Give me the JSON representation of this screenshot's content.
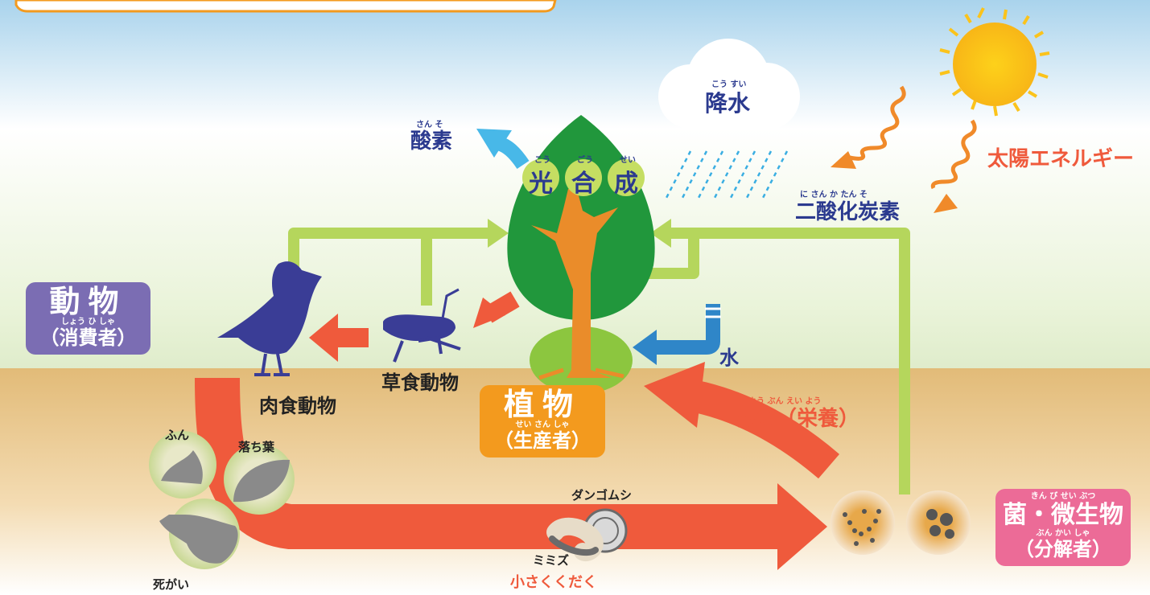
{
  "labels": {
    "oxygen": "酸素",
    "oxygen_ruby": "さん そ",
    "precipitation": "降水",
    "precipitation_ruby": "こう すい",
    "photosynthesis": [
      "光",
      "合",
      "成"
    ],
    "photosynthesis_ruby": [
      "こう",
      "ごう",
      "せい"
    ],
    "solar_energy": "太陽エネルギー",
    "co2": "二酸化炭素",
    "co2_ruby": "に さん か たん そ",
    "water": "水",
    "herbivore": "草食動物",
    "carnivore": "肉食動物",
    "nutrients": "養分（栄養）",
    "nutrients_ruby": "よう ぶん  えい よう",
    "feces": "ふん",
    "fallen_leaves": "落ち葉",
    "carcass": "死がい",
    "pill_bug": "ダンゴムシ",
    "earthworm": "ミミズ",
    "break_down": "小さくくだく"
  },
  "boxes": {
    "animals": {
      "title": "動物",
      "ruby": "しょう ひ しゃ",
      "subtitle": "（消費者）",
      "color": "#7b6db3"
    },
    "plants": {
      "title": "植物",
      "ruby": "せい さん しゃ",
      "subtitle": "（生産者）",
      "color": "#f39a1e"
    },
    "microbes": {
      "title": "菌・微生物",
      "ruby": "きん  び せい ぶつ",
      "ruby2": "ぶん かい しゃ",
      "subtitle": "（分解者）",
      "color": "#ec6b97"
    }
  },
  "colors": {
    "text_blue": "#2b3a8f",
    "red_arrow": "#ef5a3c",
    "green_line": "#b5d65c",
    "blue_arrow": "#2f86c8",
    "oxygen_arrow": "#48b8e8",
    "sun": "#fcc11a",
    "sun_ray": "#f08a2a",
    "silhouette": "#3a3d96",
    "tree_leaf": "#21973c",
    "trunk": "#ea8c2a"
  }
}
